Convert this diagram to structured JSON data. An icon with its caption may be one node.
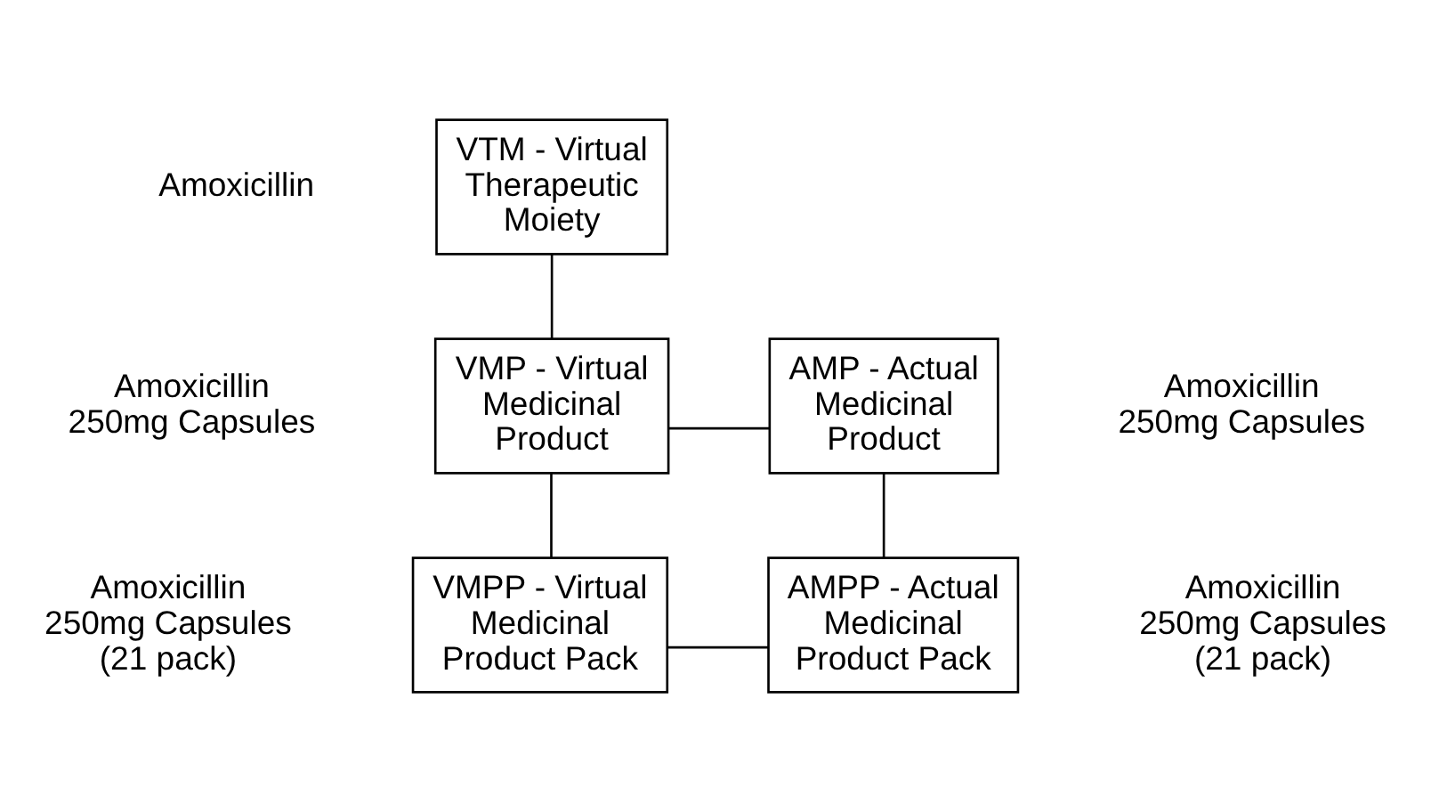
{
  "diagram": {
    "nodes": [
      {
        "text": [
          "VTM - Virtual Therapeutic Moiety"
        ],
        "beside": [
          "Amoxicillin"
        ]
      },
      {
        "text": [
          "VMP - Virtual Medicinal Product"
        ],
        "beside": [
          "Amoxicillin 250mg Capsules"
        ]
      },
      {
        "text": [
          "AMP - Actual Medicinal Product"
        ],
        "beside": [
          "Amoxicillin 250mg Capsules"
        ]
      },
      {
        "text": [
          "VMPP - Virtual Medicinal Product Pack"
        ],
        "beside": [
          "Amoxicillin 250mg Capsules (21 pack)"
        ]
      },
      {
        "text": [
          "AMPP - Actual Medicinal Product Pack"
        ],
        "beside": [
          "Amoxicillin 250mg Capsules (21 pack)"
        ]
      }
    ],
    "edges": [
      {
        "from": 0,
        "to": 1,
        "arrow": "none"
      },
      {
        "from": 1,
        "to": 2,
        "arrow": "none"
      },
      {
        "from": 1,
        "to": 3,
        "arrow": "none"
      },
      {
        "from": 2,
        "to": 4,
        "arrow": "none"
      },
      {
        "from": 3,
        "to": 4,
        "arrow": "none"
      }
    ]
  }
}
